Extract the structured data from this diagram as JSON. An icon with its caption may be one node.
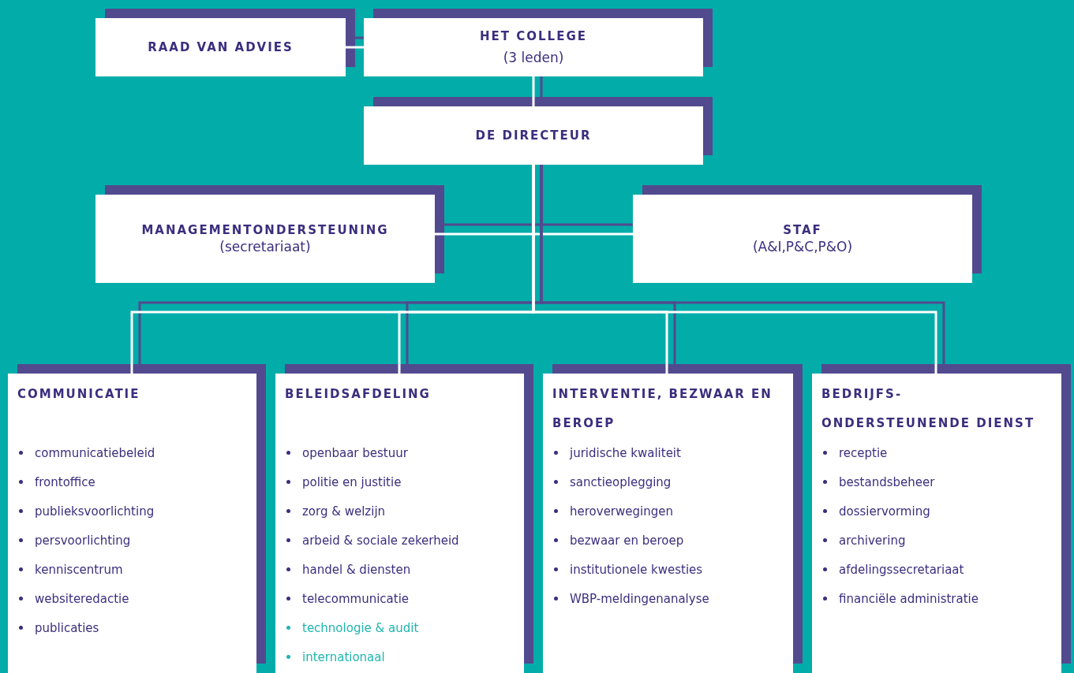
{
  "diagram": {
    "nodes": [
      {
        "text": [
          "RAAD VAN ADVIES"
        ]
      },
      {
        "text": [
          "HET COLLEGE",
          "(3 leden)"
        ]
      },
      {
        "text": [
          "DE DIRECTEUR"
        ]
      },
      {
        "text": [
          "MANAGEMENTONDERSTEUNING",
          "(secretariaat)"
        ]
      },
      {
        "text": [
          "STAF",
          "(A&I,P&C,P&O)"
        ]
      },
      {
        "text": [
          "COMMUNICATIE",
          "communicatiebeleid",
          "frontoffice",
          "publieksvoorlichting",
          "persvoorlichting",
          "kenniscentrum",
          "websiteredactie",
          "publicaties"
        ]
      },
      {
        "text": [
          "BELEIDSAFDELING",
          "openbaar bestuur",
          "politie en justitie",
          "zorg & welzijn",
          "arbeid & sociale zekerheid",
          "handel & diensten",
          "telecommunicatie",
          "technologie & audit",
          "internationaal"
        ]
      },
      {
        "text": [
          "INTERVENTIE, BEZWAAR EN BEROEP",
          "juridische kwaliteit",
          "sanctieoplegging",
          "heroverwegingen",
          "bezwaar en beroep",
          "institutionele kwesties",
          "WBP-meldingenanalyse"
        ]
      },
      {
        "text": [
          "BEDRIJFS- ONDERSTEUNENDE DIENST",
          "receptie",
          "bestandsbeheer",
          "dossiervorming",
          "archivering",
          "afdelingssecretariaat",
          "financiële administratie"
        ]
      }
    ],
    "edges": [
      {
        "from": 0,
        "to": 1,
        "arrow": "none"
      },
      {
        "from": 1,
        "to": 2,
        "arrow": "none"
      },
      {
        "from": 2,
        "to": 3,
        "arrow": "none"
      },
      {
        "from": 2,
        "to": 4,
        "arrow": "none"
      },
      {
        "from": 2,
        "to": 5,
        "arrow": "none"
      },
      {
        "from": 2,
        "to": 6,
        "arrow": "none"
      },
      {
        "from": 2,
        "to": 7,
        "arrow": "none"
      },
      {
        "from": 2,
        "to": 8,
        "arrow": "none"
      }
    ]
  }
}
